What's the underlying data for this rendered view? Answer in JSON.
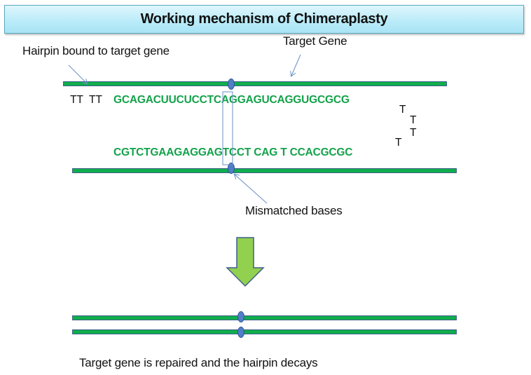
{
  "title": "Working mechanism of Chimeraplasty",
  "labels": {
    "hairpin": "Hairpin bound to target gene",
    "target_gene": "Target Gene",
    "mismatched": "Mismatched bases",
    "result": "Target gene is repaired and the hairpin decays"
  },
  "sequences": {
    "top_prefix": "TT  TT",
    "top": "GCAGACUUCUCCTCAGGAGUCAGGUGCGCG",
    "bottom": "CGTCTGAAGAGGAGTCCT CAG T CCACGCGC",
    "loop_bases": [
      "T",
      "T",
      "T",
      "T"
    ]
  },
  "colors": {
    "strand": "#0fae4b",
    "strand_border": "#3e5f8a",
    "sequence_text": "#12a24a",
    "bead": "#4f7fc6",
    "arrow_fill": "#92d050",
    "arrow_border": "#3e5f8a",
    "title_bg": "#b8ebf8",
    "pointer": "#6a8fc4"
  }
}
